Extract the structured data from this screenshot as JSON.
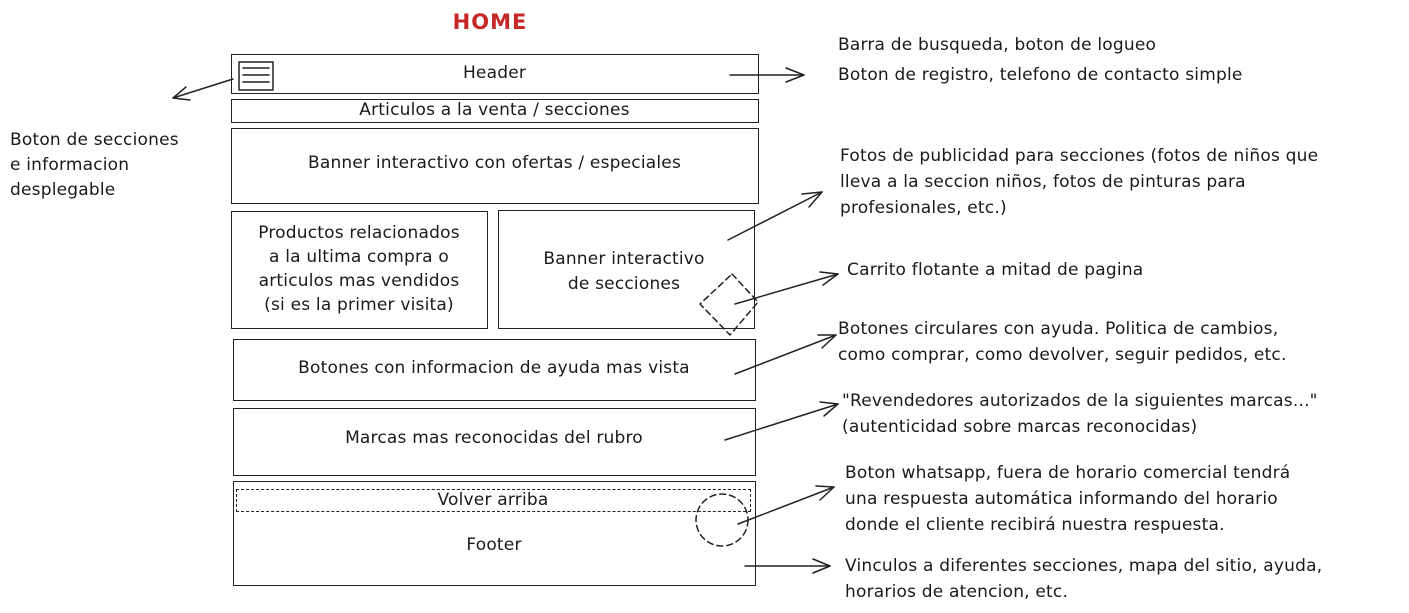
{
  "title": "HOME",
  "title_color": "#c62828",
  "wireframe": {
    "header": "Header",
    "sections_nav": "Articulos a la venta / secciones",
    "banner_offers": "Banner interactivo con ofertas / especiales",
    "related_products": "Productos relacionados\na la ultima compra o\narticulos mas vendidos\n(si es la primer visita)",
    "sections_banner": "Banner interactivo\nde secciones",
    "help_buttons": "Botones con informacion de ayuda mas vista",
    "brands": "Marcas mas reconocidas del rubro",
    "back_to_top": "Volver arriba",
    "footer": "Footer"
  },
  "notes": {
    "menu_button": "Boton de secciones\ne informacion\ndesplegable",
    "header_line1": "Barra de busqueda, boton de logueo",
    "header_line2": "Boton de registro, telefono de contacto simple",
    "section_photos": "Fotos de publicidad para secciones (fotos de niños que\nlleva a la seccion niños, fotos de pinturas para\nprofesionales, etc.)",
    "floating_cart": "Carrito flotante a mitad de pagina",
    "help_circles": "Botones circulares con ayuda. Politica de cambios,\ncomo comprar, como devolver, seguir pedidos, etc.",
    "brands_note": "\"Revendedores autorizados de la siguientes marcas...\"\n(autenticidad sobre marcas reconocidas)",
    "whatsapp": "Boton whatsapp, fuera de horario comercial tendrá\nuna respuesta automática informando del horario\ndonde el cliente recibirá nuestra respuesta.",
    "footer_links": "Vinculos a diferentes secciones, mapa del sitio, ayuda,\nhorarios de atencion, etc."
  }
}
